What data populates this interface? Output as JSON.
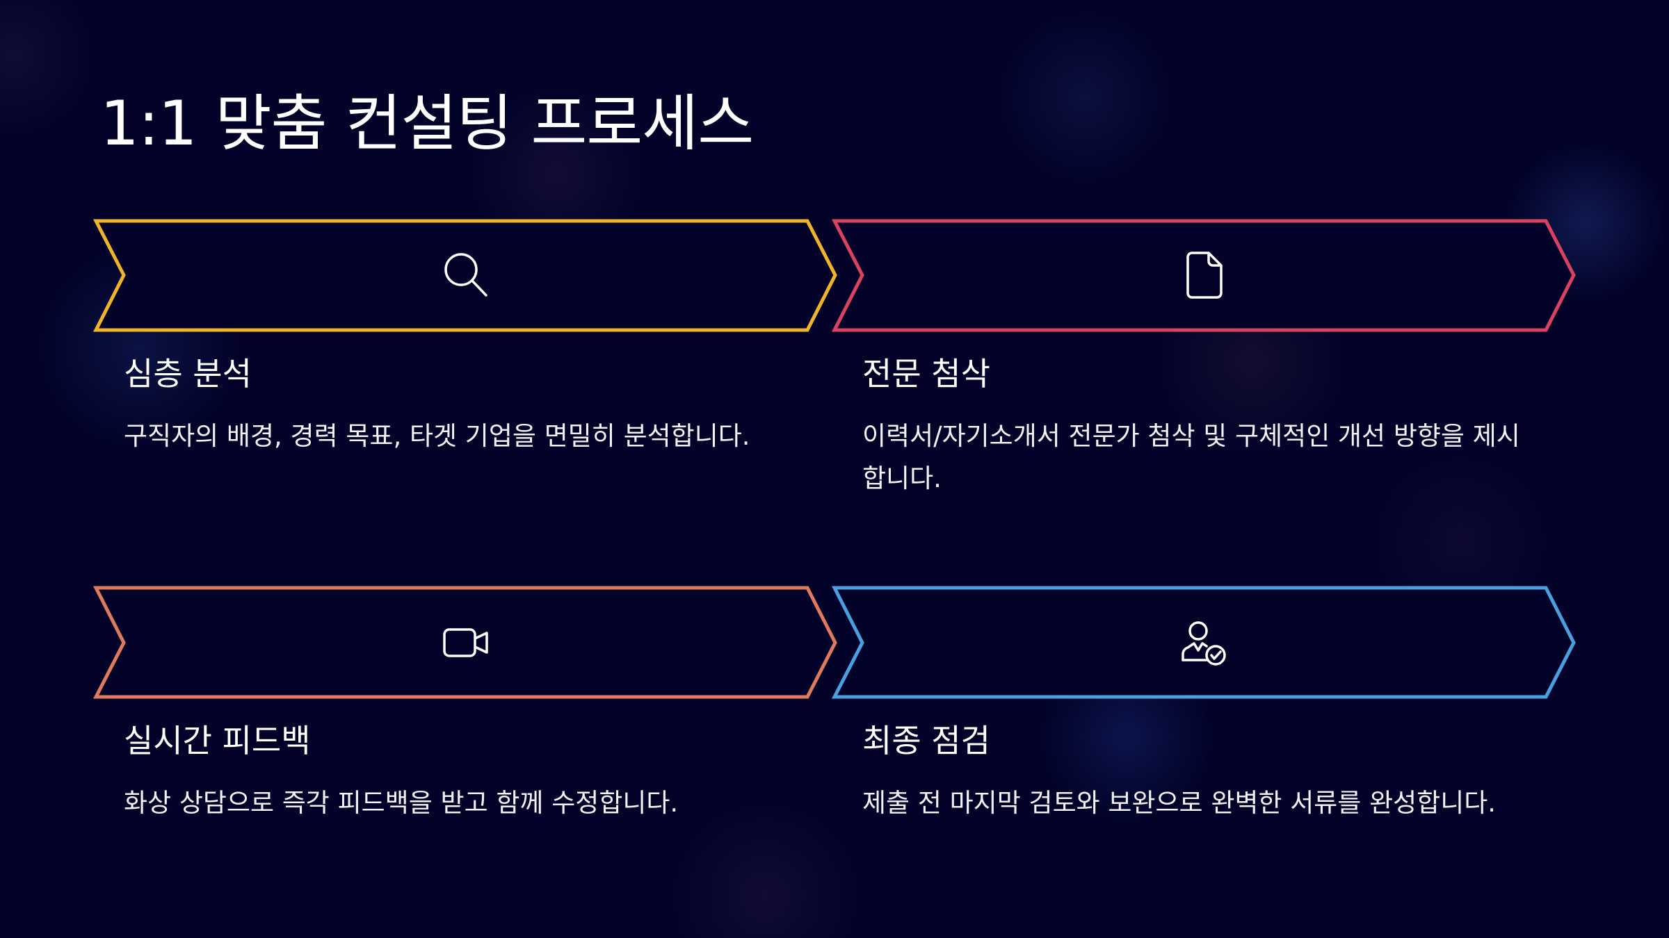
{
  "slide": {
    "title": "1:1 맞춤 컨설팅 프로세스",
    "background_color": "#03032a"
  },
  "steps": [
    {
      "title": "심층 분석",
      "description": "구직자의 배경, 경력 목표, 타겟 기업을 면밀히 분석합니다.",
      "icon": "search-icon",
      "color": "#F0B429"
    },
    {
      "title": "전문 첨삭",
      "description": "이력서/자기소개서 전문가 첨삭 및 구체적인 개선 방향을 제시합니다.",
      "icon": "document-icon",
      "color": "#D9435E"
    },
    {
      "title": "실시간 피드백",
      "description": "화상 상담으로 즉각 피드백을 받고 함께 수정합니다.",
      "icon": "video-camera-icon",
      "color": "#E07A5F"
    },
    {
      "title": "최종 점검",
      "description": "제출 전 마지막 검토와 보완으로 완벽한 서류를 완성합니다.",
      "icon": "user-check-icon",
      "color": "#4A9FE0"
    }
  ]
}
